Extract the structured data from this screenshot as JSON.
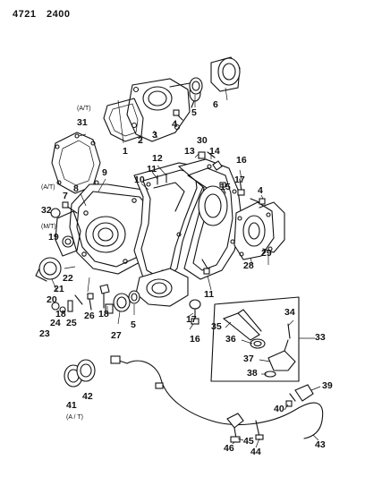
{
  "header": {
    "code_left": "4721",
    "code_right": "2400"
  },
  "notes": {
    "at_1": "(A/T)",
    "at_2": "(A/T)",
    "mt": "(M/T)",
    "at_3": "(A / T)"
  },
  "callouts": {
    "c1": "1",
    "c2": "2",
    "c3": "3",
    "c4a": "4",
    "c4b": "4",
    "c5a": "5",
    "c5b": "5",
    "c6": "6",
    "c7": "7",
    "c8": "8",
    "c9": "9",
    "c10": "10",
    "c11a": "11",
    "c11b": "11",
    "c12": "12",
    "c13": "13",
    "c14": "14",
    "c15": "15",
    "c16a": "16",
    "c16b": "16",
    "c17a": "17",
    "c17b": "17",
    "c18a": "18",
    "c18b": "18",
    "c19": "19",
    "c20": "20",
    "c21": "21",
    "c22": "22",
    "c23": "23",
    "c24": "24",
    "c25": "25",
    "c26": "26",
    "c27": "27",
    "c28": "28",
    "c29": "29",
    "c30": "30",
    "c31": "31",
    "c32": "32",
    "c33": "33",
    "c34": "34",
    "c35": "35",
    "c36": "36",
    "c37": "37",
    "c38": "38",
    "c39": "39",
    "c40": "40",
    "c41": "41",
    "c42": "42",
    "c43": "43",
    "c44": "44",
    "c45": "45",
    "c46": "46"
  }
}
